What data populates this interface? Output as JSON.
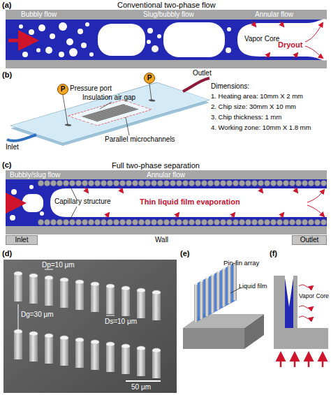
{
  "diagram": {
    "nodes": [
      {
        "text": [
          "P"
        ]
      },
      {
        "text": [
          "P"
        ]
      },
      {
        "text": [
          "Inlet"
        ]
      },
      {
        "text": [
          "Outlet"
        ]
      }
    ],
    "labels": [
      "(a)",
      "Conventional two-phase flow",
      "Bubbly flow",
      "Slug/bubbly flow",
      "Annular flow",
      "Vapor Core",
      "Dryout",
      "(b)",
      "Insulation air gap",
      "Pressure port",
      "Outlet",
      "Inlet",
      "Parallel microchannels",
      "Dimensions:",
      "1. Heating area: 10mm X 2 mm",
      "2. Chip size: 30mm X 10 mm",
      "3. Chip thickness: 1 mm",
      "4. Working zone: 10mm X 1.8 mm",
      "(c)",
      "Full two-phase separation",
      "Bubbly/slug flow",
      "Annular flow",
      "Capillary structure",
      "Thin liquid film evaporation",
      "Wall",
      "(d)",
      "Dp=10 μm",
      "Ds=10 μm",
      "Dg=30 μm",
      "50 μm",
      "(e)",
      "Pin-fin array",
      "Liquid film",
      "(f)",
      "Vapor Core"
    ]
  }
}
